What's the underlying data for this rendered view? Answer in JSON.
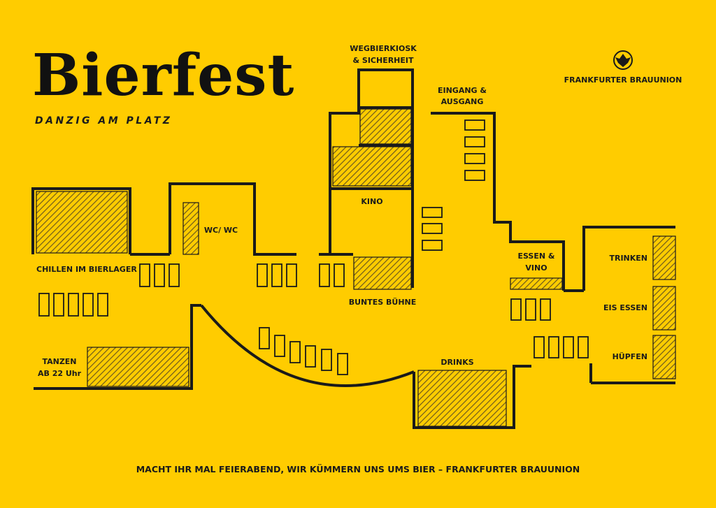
{
  "title": "Bierfest",
  "subtitle": "DANZIG AM PLATZ",
  "brand": {
    "name": "FRANKFURTER BRAUUNION",
    "logo_icon": "eagle-crest-icon"
  },
  "areas": {
    "chillen": "CHILLEN IM BIERLAGER",
    "wc": "WC/ WC",
    "kiosk_line1": "WEGBIERKIOSK",
    "kiosk_line2": "& SICHERHEIT",
    "kino": "KINO",
    "buehne": "BUNTES BÜHNE",
    "eingang_line1": "EINGANG &",
    "eingang_line2": "AUSGANG",
    "essen_line1": "ESSEN &",
    "essen_line2": "VINO",
    "trinken": "TRINKEN",
    "eis": "EIS ESSEN",
    "huepfen": "HÜPFEN",
    "tanzen_line1": "TANZEN",
    "tanzen_line2": "AB 22 Uhr",
    "drinks": "DRINKS"
  },
  "footer": "MACHT IHR MAL FEIERABEND, WIR KÜMMERN UNS UMS BIER – FRANKFURTER BRAUUNION",
  "colors": {
    "background": "#FFCC00",
    "ink": "#1a1a1a",
    "hatch": "#6b5a1e"
  }
}
